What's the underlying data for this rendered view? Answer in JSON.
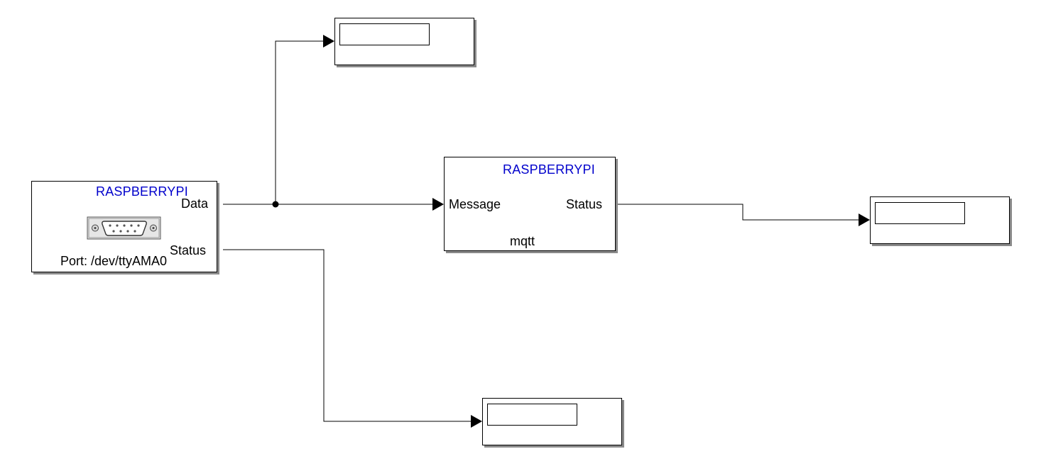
{
  "serial_block": {
    "brand": "RASPBERRYPI",
    "out_data": "Data",
    "out_status": "Status",
    "port_label": "Port: /dev/ttyAMA0"
  },
  "mqtt_block": {
    "brand": "RASPBERRYPI",
    "in_message": "Message",
    "out_status": "Status",
    "caption": "mqtt"
  },
  "display_blocks": [
    {
      "value": ""
    },
    {
      "value": ""
    },
    {
      "value": ""
    }
  ],
  "colors": {
    "brand": "#0000cc",
    "line": "#000000",
    "shadow": "#8a8a8a"
  },
  "icons": [
    "serial-port-icon"
  ]
}
